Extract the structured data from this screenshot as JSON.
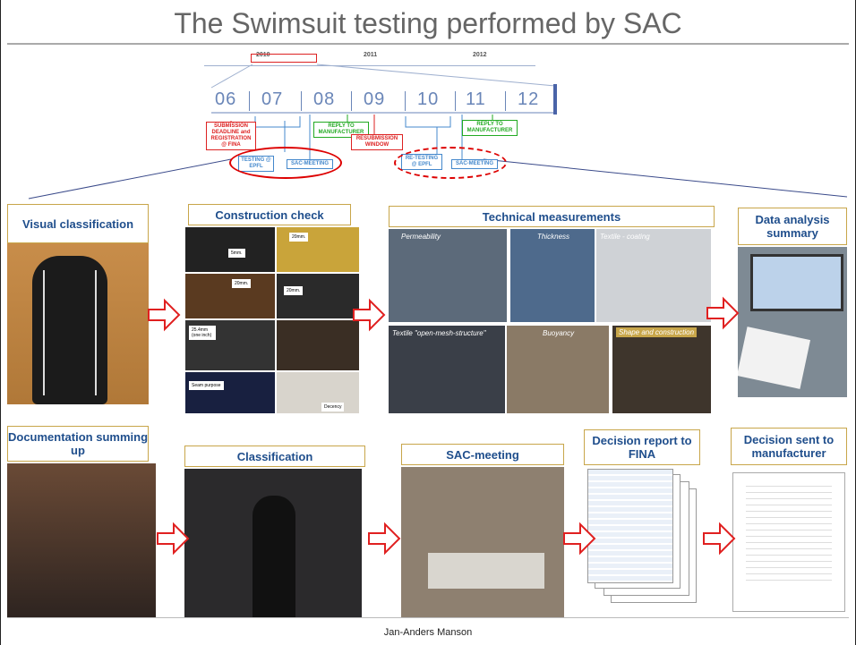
{
  "title": "The Swimsuit testing performed by SAC",
  "footer": "Jan-Anders Manson",
  "timeline": {
    "years": [
      "2010",
      "2011",
      "2012"
    ],
    "months": [
      "06",
      "07",
      "08",
      "09",
      "10",
      "11",
      "12"
    ],
    "boxes": {
      "submission": "SUBMISSION DEADLINE and REGISTRATION @ FINA",
      "reply1": "REPLY TO MANUFACTURER",
      "resubmission": "RESUBMISSION WINDOW",
      "reply2": "REPLY TO MANUFACTURER",
      "testing": "TESTING @ EPFL",
      "sac1": "SAC-MEETING",
      "retesting": "RE-TESTING @ EPFL",
      "sac2": "SAC-MEETING"
    }
  },
  "sections": {
    "visual": "Visual classification",
    "construction": "Construction check",
    "technical": "Technical measurements",
    "analysis": "Data analysis summary",
    "documentation": "Documentation summing up",
    "classification": "Classification",
    "sac_meeting": "SAC-meeting",
    "decision_report": "Decision report to FINA",
    "decision_sent": "Decision sent to manufacturer"
  },
  "construction_notes": [
    "5mm.",
    "20mm.",
    "20mm.",
    "20mm.",
    "25.4mm (one inch)",
    "Seam purpose",
    "Decency"
  ],
  "technical_captions": [
    "Permeability",
    "Thickness",
    "Textile - coating",
    "Textile \"open-mesh-structure\"",
    "Buoyancy",
    "Shape and construction"
  ],
  "colors": {
    "header_border": "#c8a64a",
    "header_text": "#1f4e8c",
    "arrow": "#e02020",
    "timeline": "#6a86b8"
  }
}
